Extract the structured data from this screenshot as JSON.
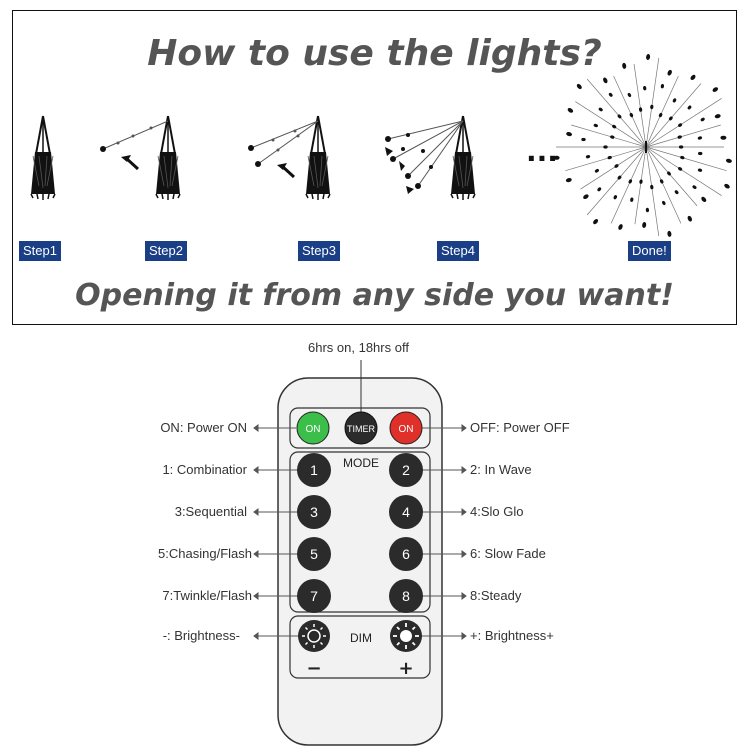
{
  "instructions": {
    "title": "How to use the lights?",
    "subtitle": "Opening it from any side you want!",
    "steps": [
      "Step1",
      "Step2",
      "Step3",
      "Step4",
      "Done!"
    ],
    "ellipsis": "..."
  },
  "remote": {
    "timer_note": "6hrs on, 18hrs off",
    "buttons": {
      "on": "ON",
      "timer": "TIMER",
      "off": "ON",
      "mode_label": "MODE",
      "dim_label": "DIM",
      "minus": "−",
      "plus": "+",
      "numbers": [
        "1",
        "2",
        "3",
        "4",
        "5",
        "6",
        "7",
        "8"
      ]
    },
    "left_labels": [
      "ON: Power ON",
      "1: Combinatior",
      "3:Sequential",
      "5:Chasing/Flash",
      "7:Twinkle/Flash",
      "-: Brightness-"
    ],
    "right_labels": [
      "OFF: Power OFF",
      "2: In Wave",
      "4:Slo Glo",
      "6: Slow Fade",
      "8:Steady",
      "+: Brightness+"
    ],
    "colors": {
      "on": "#3cbf4a",
      "off": "#e0302a",
      "timer": "#2b2b2b",
      "number": "#2b2b2b",
      "body": "#f2f2f2"
    }
  }
}
